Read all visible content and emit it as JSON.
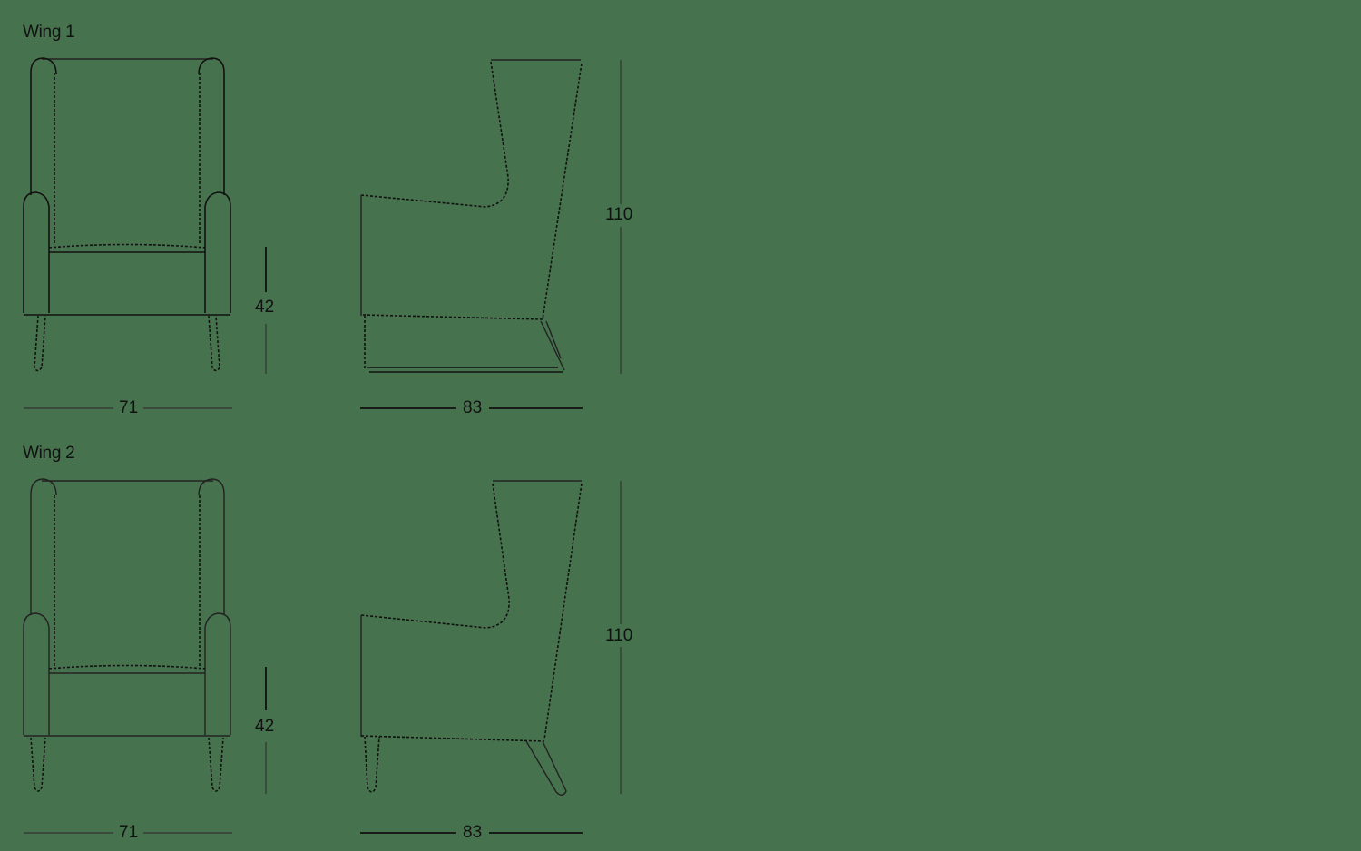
{
  "background_color": "#47724E",
  "line_color": "#111111",
  "variants": [
    {
      "name": "Wing 1",
      "dimensions": {
        "width": "71",
        "depth": "83",
        "height": "110",
        "seat_height": "42"
      },
      "base": "sled"
    },
    {
      "name": "Wing 2",
      "dimensions": {
        "width": "71",
        "depth": "83",
        "height": "110",
        "seat_height": "42"
      },
      "base": "legs"
    }
  ]
}
